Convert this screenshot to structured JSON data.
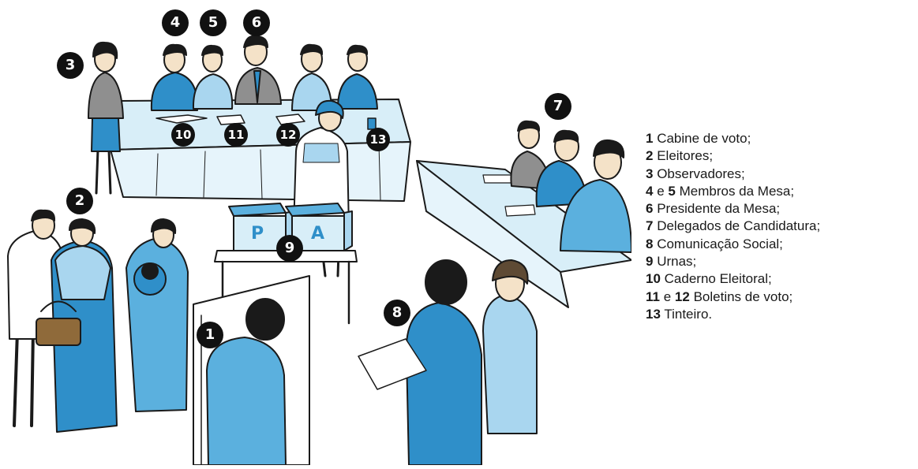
{
  "markers": {
    "m1": "1",
    "m2": "2",
    "m3": "3",
    "m4": "4",
    "m5": "5",
    "m6": "6",
    "m7": "7",
    "m8": "8",
    "m9": "9",
    "m10": "10",
    "m11": "11",
    "m12": "12",
    "m13": "13"
  },
  "ballot_boxes": {
    "left": "P",
    "right": "A"
  },
  "legend": [
    {
      "num": "1",
      "conj": "",
      "num2": "",
      "text": "Cabine de voto;"
    },
    {
      "num": "2",
      "conj": "",
      "num2": "",
      "text": "Eleitores;"
    },
    {
      "num": "3",
      "conj": "",
      "num2": "",
      "text": "Observadores;"
    },
    {
      "num": "4",
      "conj": "e",
      "num2": "5",
      "text": "Membros da Mesa;"
    },
    {
      "num": "6",
      "conj": "",
      "num2": "",
      "text": "Presidente da Mesa;"
    },
    {
      "num": "7",
      "conj": "",
      "num2": "",
      "text": "Delegados de Candidatura;"
    },
    {
      "num": "8",
      "conj": "",
      "num2": "",
      "text": "Comunicação Social;"
    },
    {
      "num": "9",
      "conj": "",
      "num2": "",
      "text": "Urnas;"
    },
    {
      "num": "10",
      "conj": "",
      "num2": "",
      "text": "Caderno Eleitoral;"
    },
    {
      "num": "11",
      "conj": "e",
      "num2": "12",
      "text": "Boletins de voto;"
    },
    {
      "num": "13",
      "conj": "",
      "num2": "",
      "text": "Tinteiro."
    }
  ],
  "colors": {
    "blue_dark": "#2f8fc9",
    "blue_mid": "#5bb0de",
    "blue_light": "#a9d6ef",
    "blue_pale": "#d8eef8",
    "ink": "#1a1a1a",
    "skin": "#f4e2c8",
    "marker_bg": "#111111"
  }
}
